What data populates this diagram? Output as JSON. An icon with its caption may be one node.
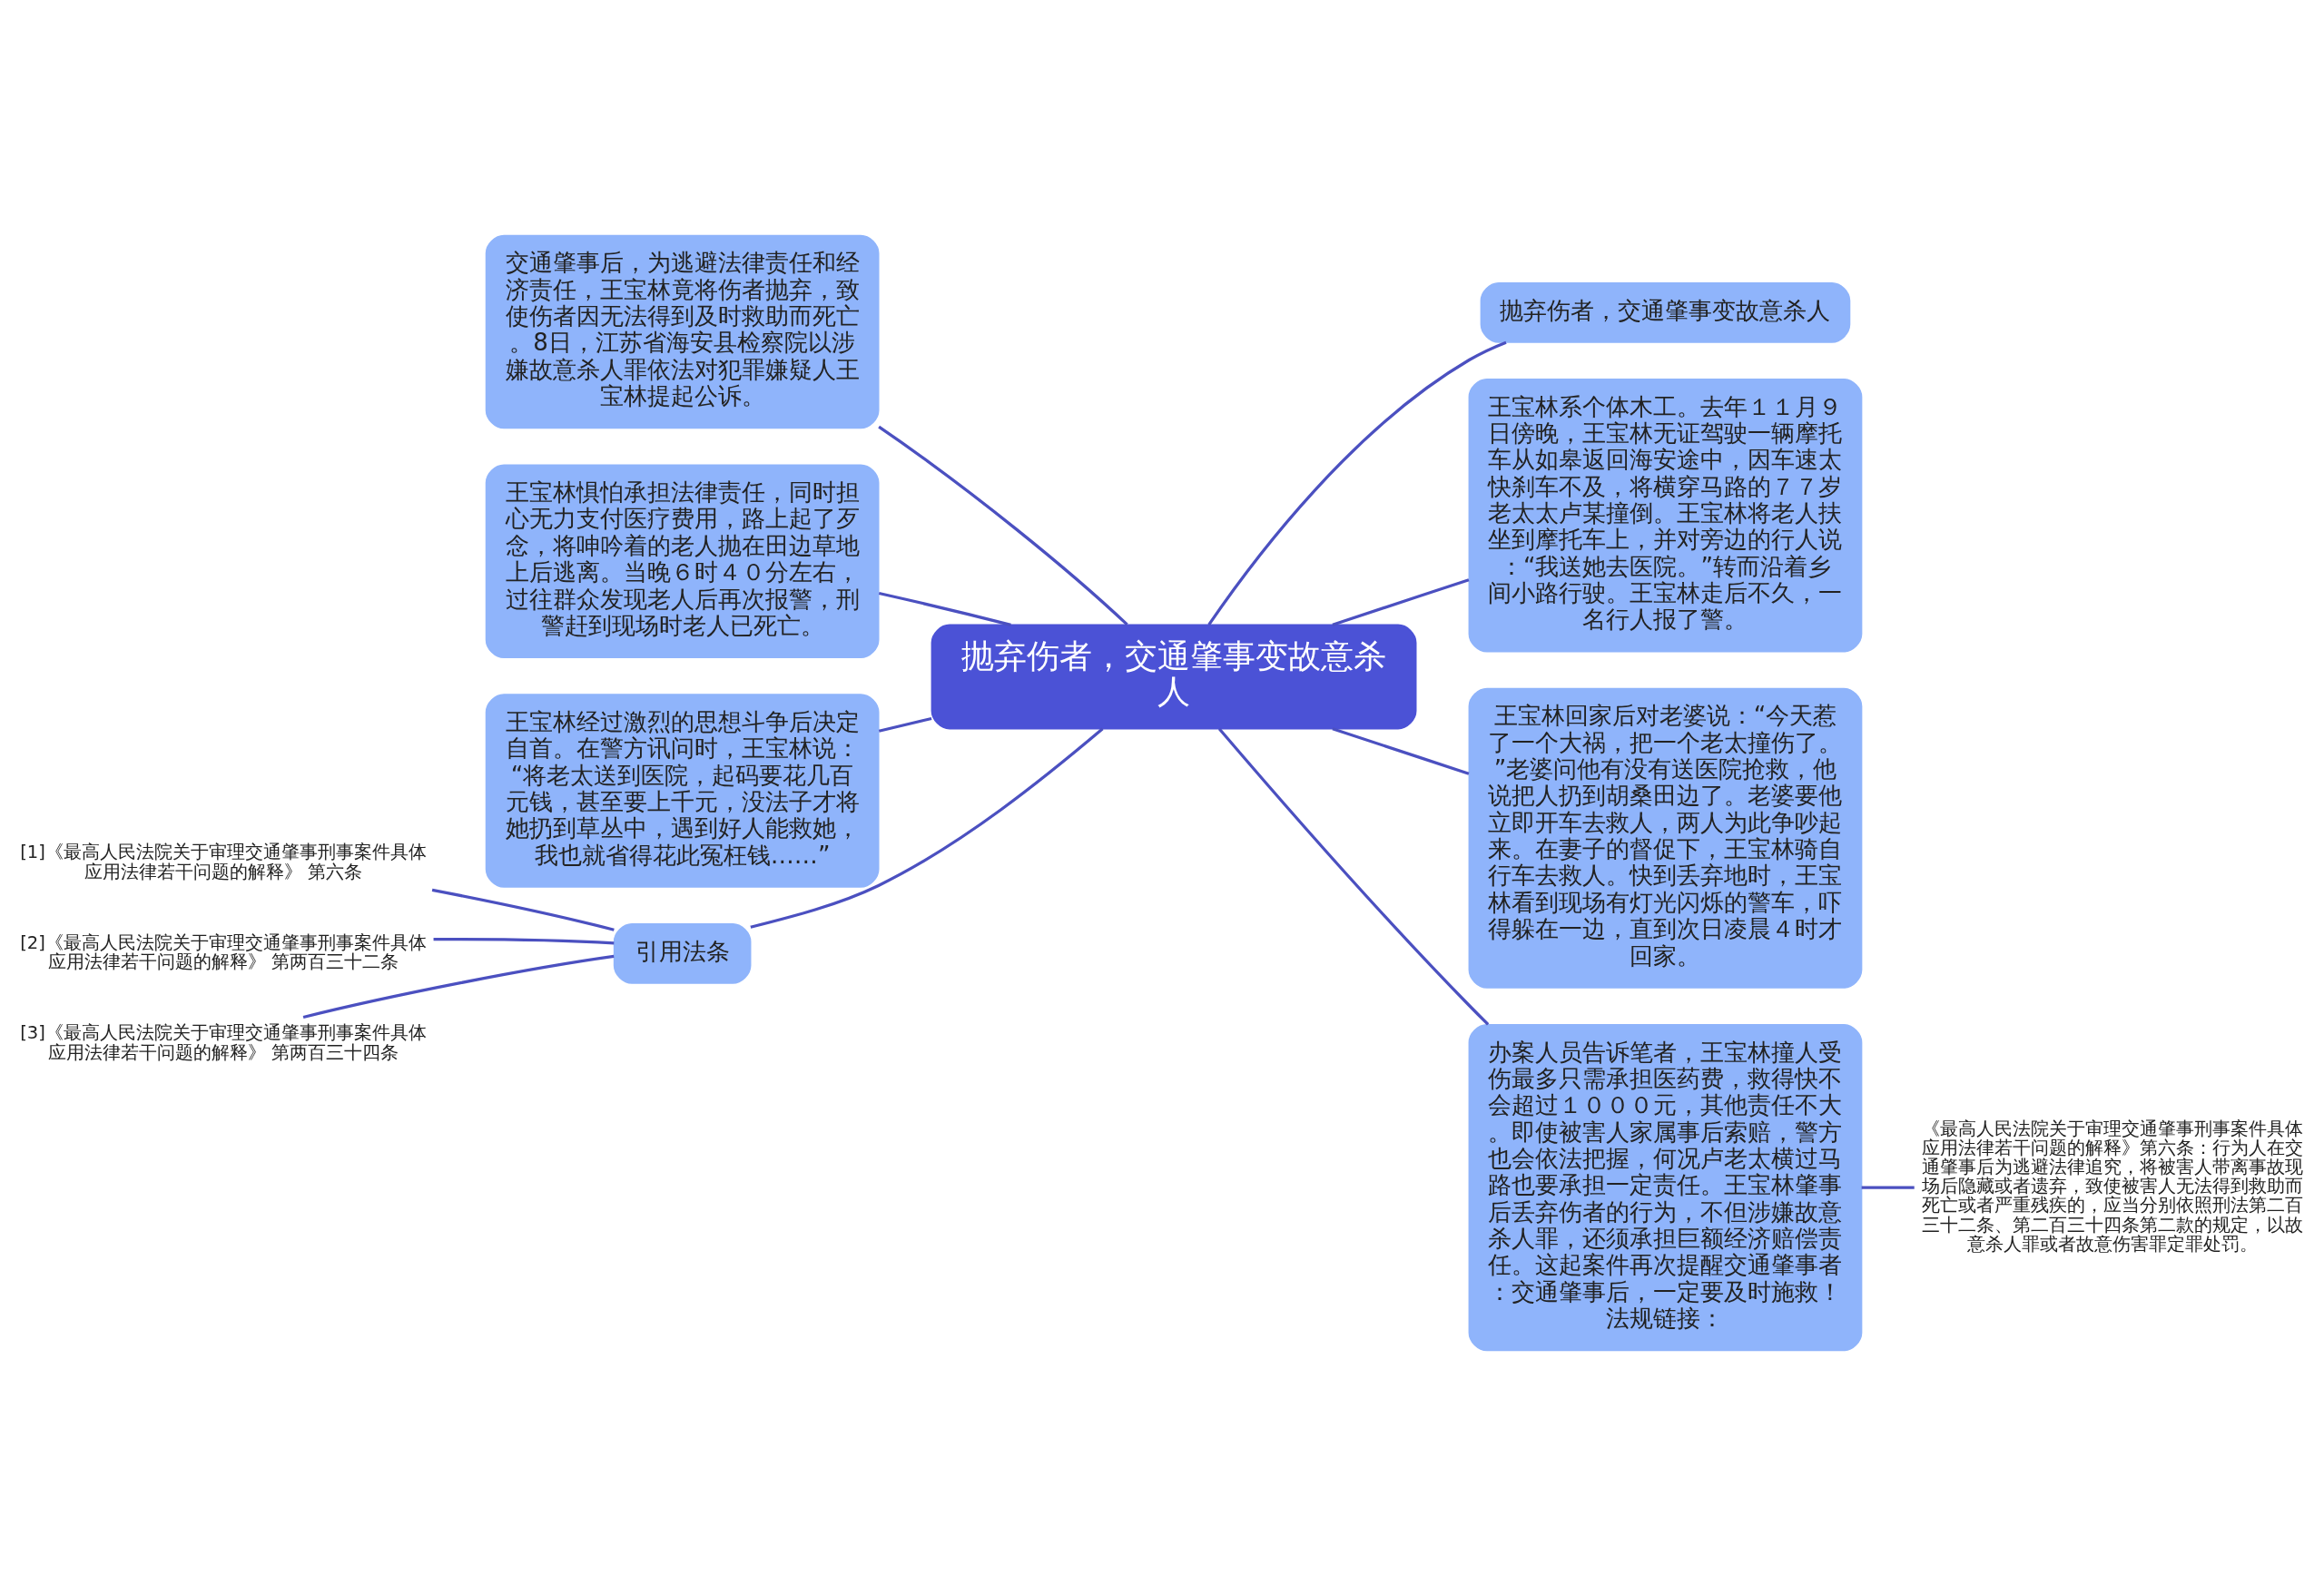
{
  "diagram": {
    "nodes": [
      {
        "text": [
          "抛弃伤者，交通肇事变故意杀人"
        ]
      },
      {
        "text": [
          "抛弃伤者，交通肇事变故意杀人"
        ]
      },
      {
        "text": [
          "王宝林系个体木工。去年１１月９日傍晚，王宝林无证驾驶一辆摩托车从如皋返回海安途中，因车速太快刹车不及，将横穿马路的７７岁老太太卢某撞倒。王宝林将老人扶坐到摩托车上，并对旁边的行人说：“我送她去医院。”转而沿着乡间小路行驶。王宝林走后不久，一名行人报了警。"
        ]
      },
      {
        "text": [
          "王宝林回家后对老婆说：“今天惹了一个大祸，把一个老太撞伤了。”老婆问他有没有送医院抢救，他说把人扔到胡桑田边了。老婆要他立即开车去救人，两人为此争吵起来。在妻子的督促下，王宝林骑自行车去救人。快到丢弃地时，王宝林看到现场有灯光闪烁的警车，吓得躲在一边，直到次日凌晨４时才回家。"
        ]
      },
      {
        "text": [
          "办案人员告诉笔者，王宝林撞人受伤最多只需承担医药费，救得快不会超过１０００元，其他责任不大。即使被害人家属事后索赔，警方也会依法把握，何况卢老太横过马路也要承担一定责任。王宝林肇事后丢弃伤者的行为，不但涉嫌故意杀人罪，还须承担巨额经济赔偿责任。这起案件再次提醒交通肇事者：交通肇事后，一定要及时施救！法规链接："
        ]
      },
      {
        "text": [
          "《最高人民法院关于审理交通肇事刑事案件具体应用法律若干问题的解释》第六条：行为人在交通肇事后为逃避法律追究，将被害人带离事故现场后隐藏或者遗弃，致使被害人无法得到救助而死亡或者严重残疾的，应当分别依照刑法第二百三十二条、第二百三十四条第二款的规定，以故意杀人罪或者故意伤害罪定罪处罚。"
        ]
      },
      {
        "text": [
          "交通肇事后，为逃避法律责任和经济责任，王宝林竟将伤者抛弃，致使伤者因无法得到及时救助而死亡。8日，江苏省海安县检察院以涉嫌故意杀人罪依法对犯罪嫌疑人王宝林提起公诉。"
        ]
      },
      {
        "text": [
          "王宝林惧怕承担法律责任，同时担心无力支付医疗费用，路上起了歹念，将呻吟着的老人抛在田边草地上后逃离。当晚６时４０分左右，过往群众发现老人后再次报警，刑警赶到现场时老人已死亡。"
        ]
      },
      {
        "text": [
          "王宝林经过激烈的思想斗争后决定自首。在警方讯问时，王宝林说：“将老太送到医院，起码要花几百元钱，甚至要上千元，没法子才将她扔到草丛中，遇到好人能救她，我也就省得花此冤枉钱……”"
        ]
      },
      {
        "text": [
          "引用法条"
        ]
      },
      {
        "text": [
          "[1]《最高人民法院关于审理交通肇事刑事案件具体应用法律若干问题的解释》 第六条"
        ]
      },
      {
        "text": [
          "[2]《最高人民法院关于审理交通肇事刑事案件具体应用法律若干问题的解释》 第两百三十二条"
        ]
      },
      {
        "text": [
          "[3]《最高人民法院关于审理交通肇事刑事案件具体应用法律若干问题的解释》 第两百三十四条"
        ]
      }
    ],
    "edges": [
      {
        "from": 0,
        "to": 1,
        "arrow": "none"
      },
      {
        "from": 0,
        "to": 2,
        "arrow": "none"
      },
      {
        "from": 0,
        "to": 3,
        "arrow": "none"
      },
      {
        "from": 0,
        "to": 4,
        "arrow": "none"
      },
      {
        "from": 4,
        "to": 5,
        "arrow": "none"
      },
      {
        "from": 0,
        "to": 6,
        "arrow": "none"
      },
      {
        "from": 0,
        "to": 7,
        "arrow": "none"
      },
      {
        "from": 0,
        "to": 8,
        "arrow": "none"
      },
      {
        "from": 0,
        "to": 9,
        "arrow": "none"
      },
      {
        "from": 9,
        "to": 10,
        "arrow": "none"
      },
      {
        "from": 9,
        "to": 11,
        "arrow": "none"
      },
      {
        "from": 9,
        "to": 12,
        "arrow": "none"
      }
    ]
  }
}
